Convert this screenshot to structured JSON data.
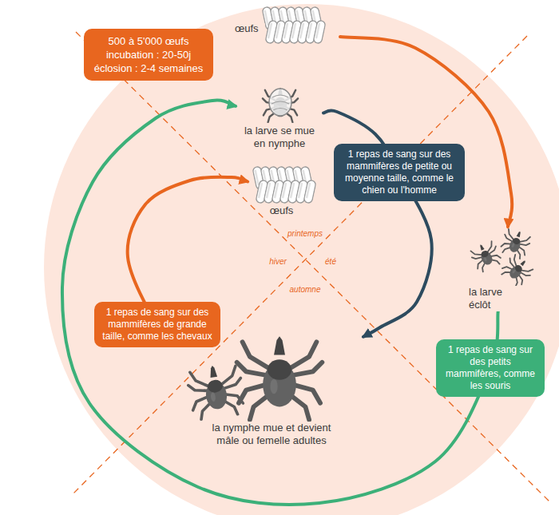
{
  "diagram": {
    "nodes": [
      {
        "text": [
          "500 à 5'000 œufs incubation : 20-50j éclosion : 2-4 semaines"
        ]
      },
      {
        "text": [
          "œufs"
        ]
      },
      {
        "text": [
          "la larve se mue en nymphe"
        ]
      },
      {
        "text": [
          "œufs"
        ]
      },
      {
        "text": [
          "la larve éclôt"
        ]
      },
      {
        "text": [
          "la nymphe mue et devient mâle ou femelle adultes"
        ]
      }
    ],
    "edges": [
      {
        "from": 1,
        "to": 4,
        "arrow": "to"
      },
      {
        "from": 4,
        "to": 2,
        "label": "1 repas de sang sur des petits mammifères, comme les souris",
        "arrow": "to"
      },
      {
        "from": 2,
        "to": 5,
        "label": "1 repas de sang sur des mammifères de petite ou moyenne taille, comme le chien ou l'homme",
        "arrow": "to"
      },
      {
        "from": 5,
        "to": 3,
        "label": "1 repas de sang sur des mammifères de grande taille, comme les chevaux",
        "arrow": "to"
      }
    ],
    "labels": [
      "printemps",
      "hiver",
      "été",
      "automne"
    ]
  }
}
